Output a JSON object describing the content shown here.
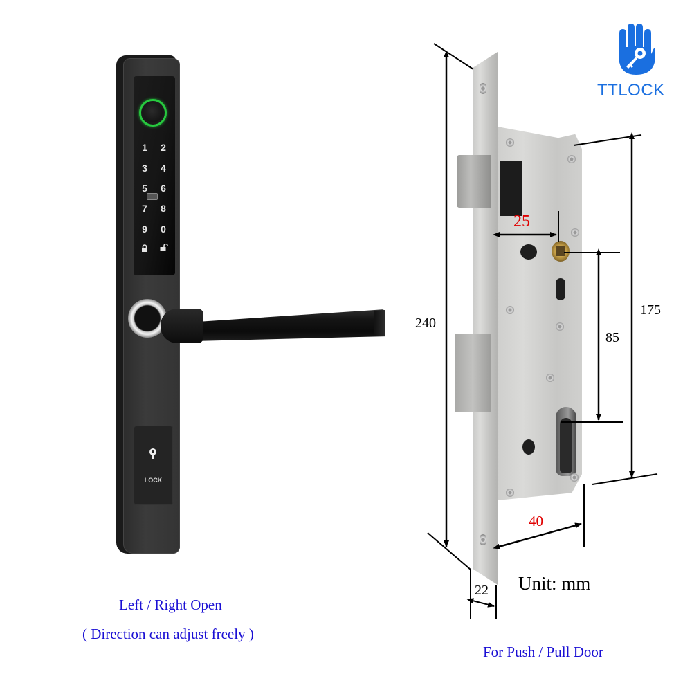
{
  "brand": {
    "logo_icon": "hand-with-key-icon",
    "name": "TTLOCK",
    "color": "#1a6fe0"
  },
  "smart_lock": {
    "fingerprint_ring_color": "#27c93f",
    "keypad": [
      [
        "1",
        "2"
      ],
      [
        "3",
        "4"
      ],
      [
        "5",
        "6"
      ],
      [
        "7",
        "8"
      ],
      [
        "9",
        "0"
      ]
    ],
    "keypad_bottom_icons": [
      "lock-icon",
      "unlock-icon"
    ],
    "card_reader_icon": "card-icon",
    "key_cover_label": "LOCK",
    "caption_line1": "Left / Right Open",
    "caption_line2": "( Direction can adjust freely )",
    "caption_color": "#1a0fd4"
  },
  "mortise": {
    "dimensions": {
      "overall_height": "240",
      "case_height": "175",
      "center_distance": "85",
      "handle_offset": "25",
      "backset": "40",
      "faceplate_width": "22"
    },
    "highlight_color": "#e00000",
    "unit_label": "Unit: mm",
    "caption": "For Push / Pull Door",
    "caption_color": "#1a0fd4"
  }
}
